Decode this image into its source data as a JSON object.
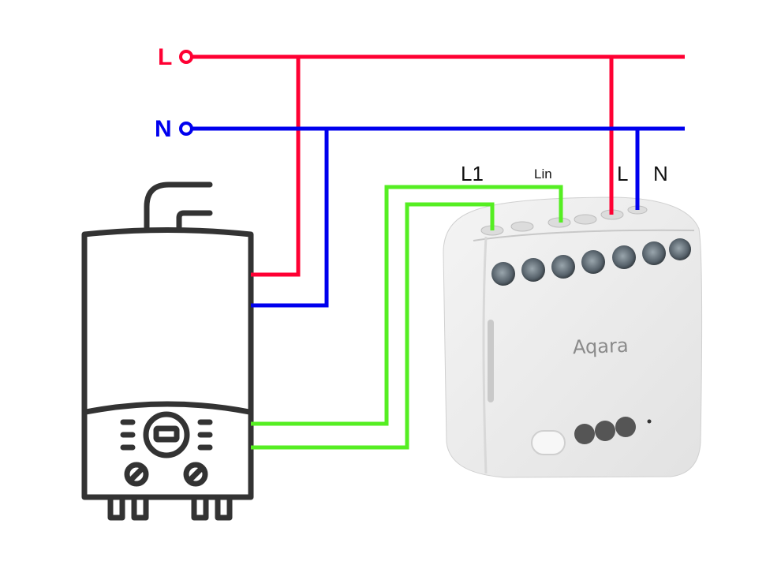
{
  "supply": {
    "live_label": "L",
    "neutral_label": "N"
  },
  "device": {
    "brand": "Aqara",
    "terminals": {
      "l1": "L1",
      "lin": "Lin",
      "l": "L",
      "n": "N"
    }
  },
  "colors": {
    "live": "#ff0033",
    "neutral": "#0000ee",
    "switched": "#55ee22",
    "outline": "#333333"
  }
}
